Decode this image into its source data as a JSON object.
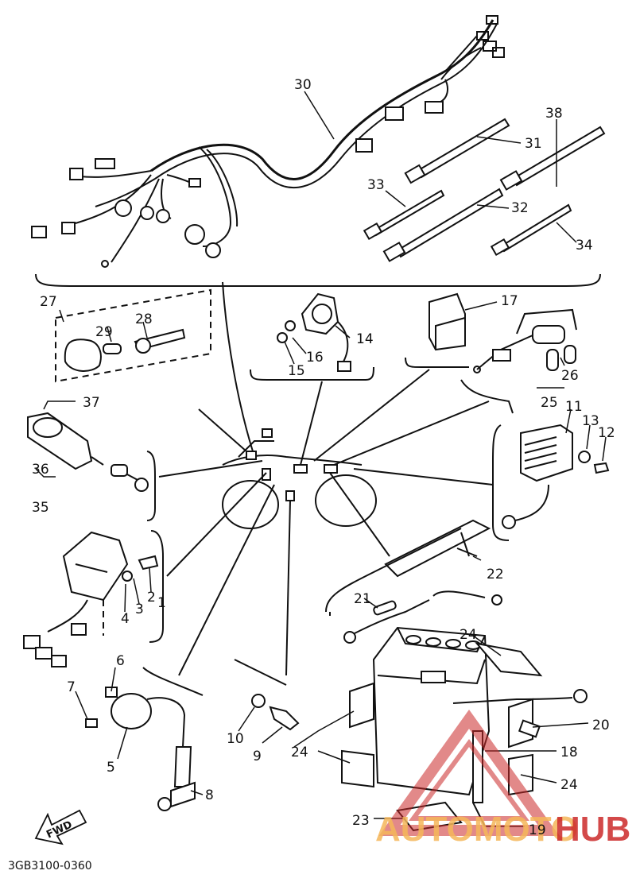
{
  "diagram": {
    "code": "3GB3100-0360",
    "direction": "FWD",
    "watermark": {
      "word1": "AUTOMOTO",
      "word2": "HUB",
      "color1": "#f5b75a",
      "color2": "#cc2a2a"
    },
    "callouts": [
      "1",
      "2",
      "3",
      "4",
      "5",
      "6",
      "7",
      "8",
      "9",
      "10",
      "11",
      "12",
      "13",
      "14",
      "15",
      "16",
      "17",
      "18",
      "19",
      "20",
      "21",
      "22",
      "23",
      "24",
      "25",
      "26",
      "27",
      "28",
      "29",
      "30",
      "31",
      "32",
      "33",
      "34",
      "35",
      "36",
      "37",
      "38"
    ],
    "extra_callouts": [
      "24",
      "24",
      "24"
    ]
  },
  "colors": {
    "ink": "#111111",
    "paper": "#ffffff",
    "shade": "#dcdcdc"
  }
}
